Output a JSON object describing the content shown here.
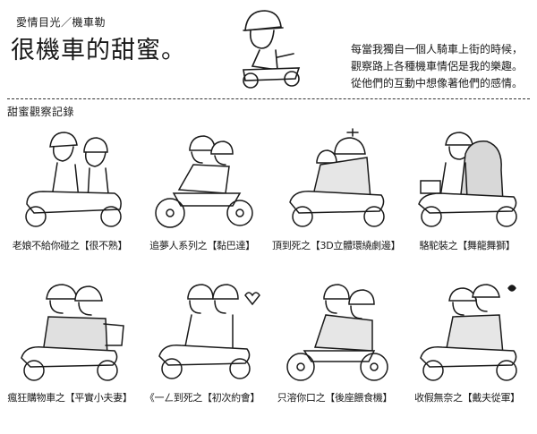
{
  "header": {
    "kicker": "愛情目光／機車勒",
    "title": "很機車的甜蜜。",
    "intro": [
      "每當我獨自一個人騎車上街的時候，",
      "觀察路上各種機車情侶是我的樂趣。",
      "從他們的互動中想像著他們的感情。"
    ]
  },
  "section_title": "甜蜜觀察記錄",
  "panels": [
    {
      "caption": "老娘不給你碰之【很不熟】"
    },
    {
      "caption": "追夢人系列之【黏巴達】"
    },
    {
      "caption": "頂到死之【3D立體環繞劇邊】"
    },
    {
      "caption": "駱駝裝之【舞龍舞獅】"
    },
    {
      "caption": "瘋狂購物車之【平實小夫妻】"
    },
    {
      "caption": "《一ㄥ到死之【初次約會】"
    },
    {
      "caption": "只溶你口之【後座餵食機】"
    },
    {
      "caption": "收假無奈之【戴夫從軍】"
    }
  ]
}
